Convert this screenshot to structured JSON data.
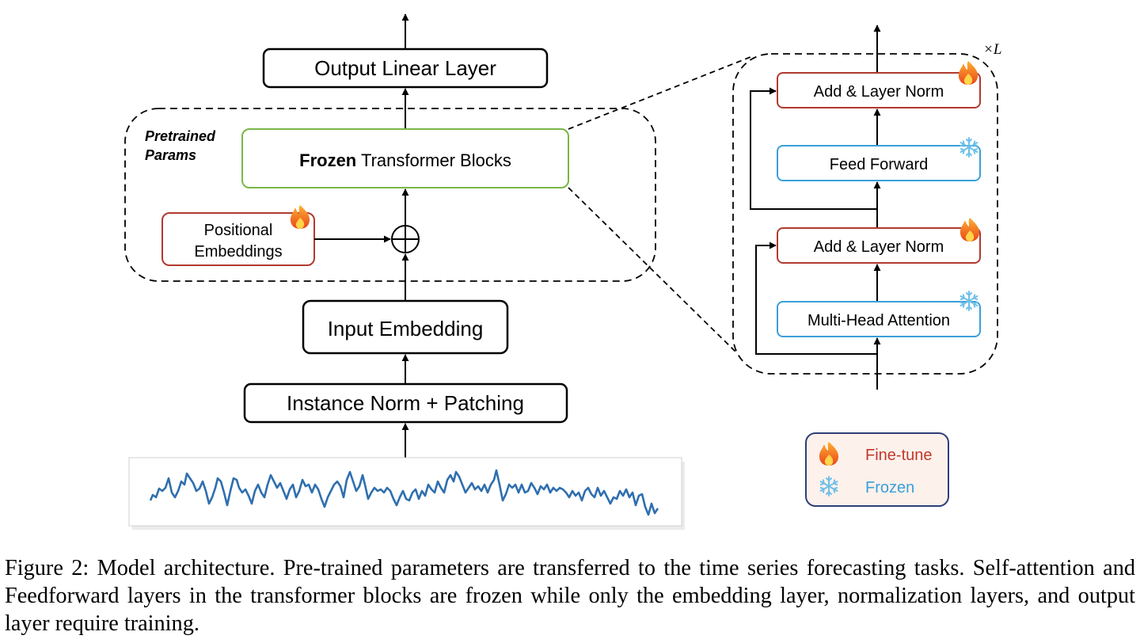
{
  "diagram": {
    "output_layer_label": "Output Linear Layer",
    "pretrained_label_line1": "Pretrained",
    "pretrained_label_line2": "Params",
    "frozen_blocks_bold": "Frozen",
    "frozen_blocks_rest": " Transformer Blocks",
    "positional_line1": "Positional",
    "positional_line2": "Embeddings",
    "input_embedding_label": "Input Embedding",
    "instance_norm_label": "Instance Norm + Patching",
    "repeat_label": "×L",
    "block": {
      "add_norm_top": "Add & Layer Norm",
      "feed_forward": "Feed Forward",
      "add_norm_bottom": "Add & Layer Norm",
      "multi_head_attention": "Multi-Head Attention"
    },
    "legend": {
      "finetune": "Fine-tune",
      "frozen": "Frozen"
    }
  },
  "colors": {
    "finetune": "#c0392b",
    "frozen": "#3aa0d8",
    "transformer_border": "#7ab648",
    "series_line": "#2f6fae",
    "legend_border": "#2e3f7a",
    "legend_fill": "#fdf1ec"
  },
  "icons": {
    "finetune": "fire-icon",
    "frozen": "snowflake-icon"
  },
  "caption": "Figure 2: Model architecture. Pre-trained parameters are transferred to the time series forecasting tasks. Self-attention and Feedforward layers in the transformer blocks are frozen while only the embedding layer, normalization layers, and output layer require training."
}
